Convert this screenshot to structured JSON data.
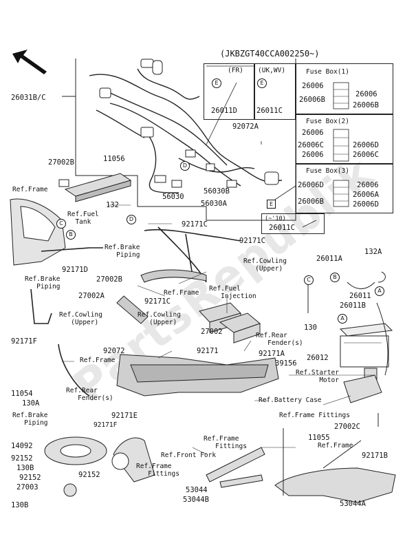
{
  "header": {
    "vin_range": "(JKBZGT40CCA002250~)"
  },
  "callouts": {
    "A": "A",
    "B": "B",
    "C": "C",
    "D": "D",
    "E": "E"
  },
  "boxes": {
    "fr": {
      "title": "(FR)",
      "part": "26011D"
    },
    "ukwv": {
      "title": "(UK,WV)",
      "part": "26011C"
    },
    "fuse1": {
      "title": "Fuse Box(1)",
      "l1": "26006",
      "l2": "26006B",
      "r1": "26006",
      "r2": "26006B"
    },
    "fuse2": {
      "title": "Fuse Box(2)",
      "l1": "26006",
      "l2": "26006C",
      "l3": "26006",
      "r1": "26006D",
      "r2": "26006C"
    },
    "fuse3": {
      "title": "Fuse Box(3)",
      "l1": "26006D",
      "l2": "26006B",
      "r1": "26006",
      "r2": "26006A",
      "r3": "26006D"
    },
    "y10": {
      "title": "(~'10)",
      "part": "26011C"
    }
  },
  "parts": {
    "p26031bc": "26031B/C",
    "p27002b": "27002B",
    "p11056": "11056",
    "p92072a": "92072A",
    "p56030": "56030",
    "p56030b": "56030B",
    "p56030a": "56030A",
    "p132": "132",
    "p92171c_1": "92171C",
    "p92171c_2": "92171C",
    "p92171c_3": "92171C",
    "p92171d": "92171D",
    "p27002b_2": "27002B",
    "p27002a": "27002A",
    "p26011a": "26011A",
    "p132a": "132A",
    "p26011": "26011",
    "p26011b": "26011B",
    "p130": "130",
    "p92171f_1": "92171F",
    "p27002": "27002",
    "p92072": "92072",
    "p92171": "92171",
    "p92171a": "92171A",
    "p39156": "39156",
    "p26012": "26012",
    "p11054": "11054",
    "p130a": "130A",
    "p92171e": "92171E",
    "p92171f_2": "92171F",
    "p27002c": "27002C",
    "p11055": "11055",
    "p14092": "14092",
    "p92152_1": "92152",
    "p130b_1": "130B",
    "p92152_2": "92152",
    "p92152_3": "92152",
    "p27003": "27003",
    "p130b_2": "130B",
    "p92171b": "92171B",
    "p53044": "53044",
    "p53044b": "53044B",
    "p53044a": "53044A"
  },
  "refs": {
    "frame1": "Ref.Frame",
    "fuel_tank": "Ref.Fuel\n  Tank",
    "brake_piping1": "Ref.Brake\n   Piping",
    "brake_piping2": "Ref.Brake\n   Piping",
    "cowling_upper1": "Ref.Cowling\n   (Upper)",
    "frame2": "Ref.Frame",
    "fuel_injection": "Ref.Fuel\n   Injection",
    "cowling_upper2": "Ref.Cowling\n   (Upper)",
    "cowling_upper3": "Ref.Cowling\n   (Upper)",
    "rear_fender1": "Ref.Rear\n   Fender(s)",
    "frame3": "Ref.Frame",
    "rear_fender2": "Ref.Rear\n   Fender(s)",
    "starter_motor": "Ref.Starter\n      Motor",
    "battery_case": "Ref.Battery Case",
    "frame_fittings1": "Ref.Frame Fittings",
    "brake_piping3": "Ref.Brake\n   Piping",
    "frame_fittings2": "Ref.Frame\n   Fittings",
    "frame4": "Ref.Frame",
    "front_fork": "Ref.Front Fork",
    "frame_fittings3": "Ref.Frame\n   Fittings"
  },
  "watermark": "PartsRepublik"
}
